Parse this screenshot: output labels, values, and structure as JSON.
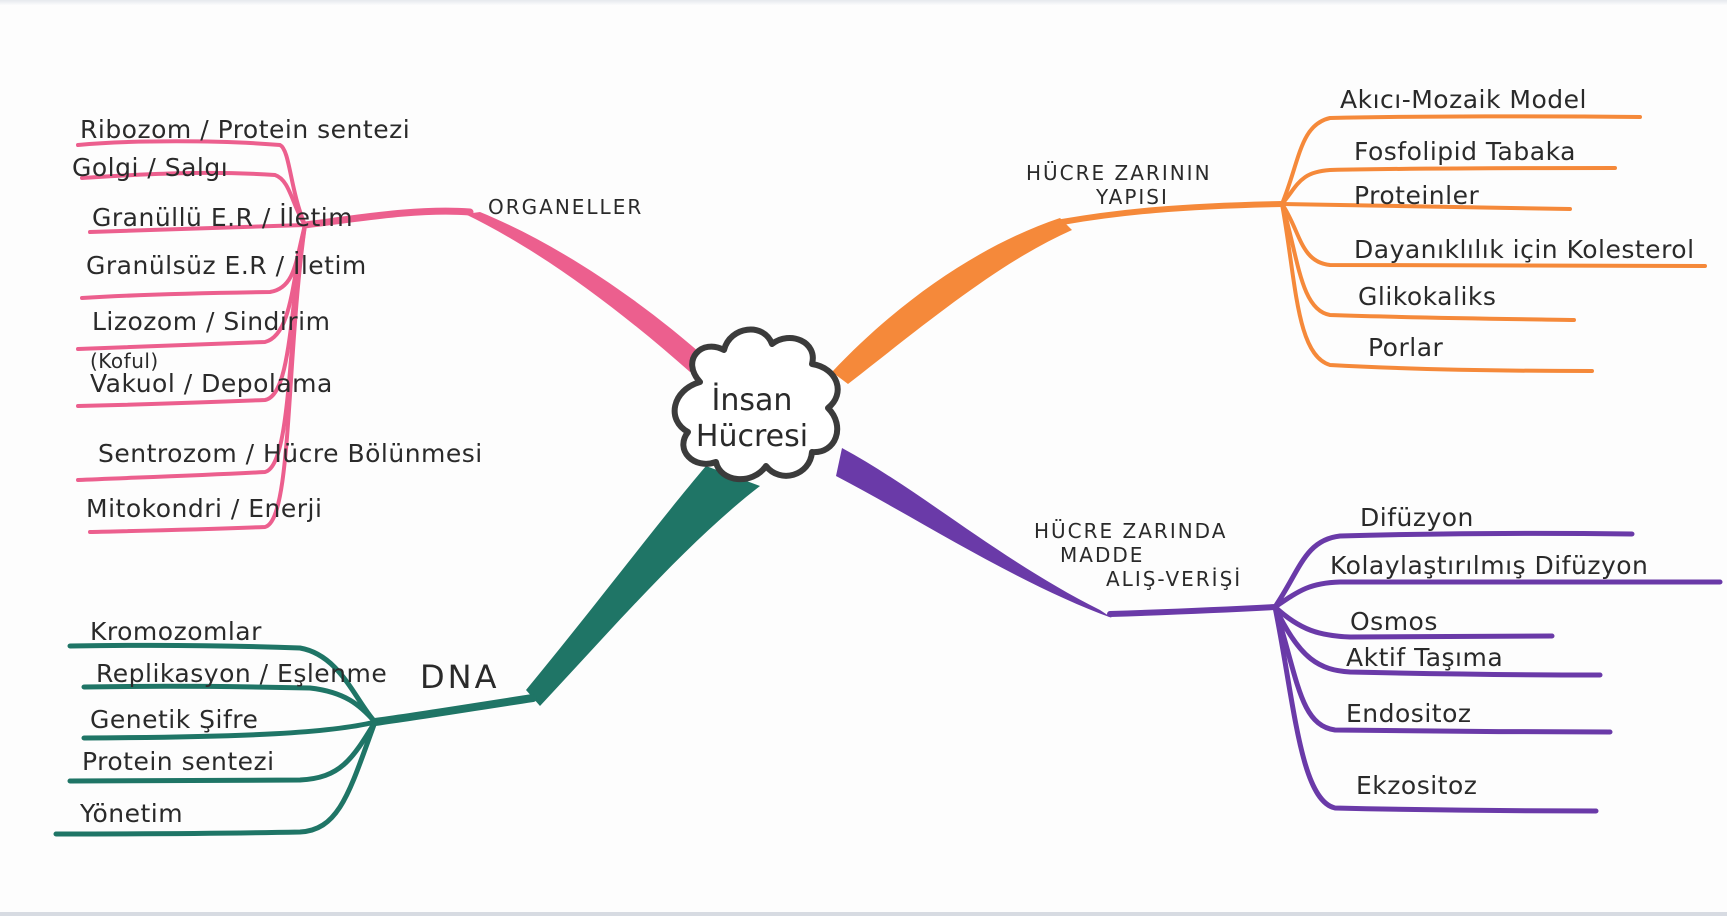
{
  "center": {
    "lines": [
      "İnsan",
      "Hücresi"
    ]
  },
  "colors": {
    "organeller": "#ec5f8e",
    "zar_yapisi": "#f5893a",
    "madde": "#6a3aa8",
    "dna": "#1f7566",
    "ink": "#2a2a2a",
    "cloud": "#3b3b3b"
  },
  "branches": {
    "organeller": {
      "label": "ORGANELLER",
      "leaves": [
        "Ribozom / Protein sentezi",
        "Golgi / Salgı",
        "Granüllü E.R / İletim",
        "Granülsüz E.R / İletim",
        "Lizozom / Sindirim",
        "Vakuol / Depolama",
        "Sentrozom / Hücre Bölünmesi",
        "Mitokondri / Enerji"
      ],
      "leaf_note": "(Koful)"
    },
    "zar_yapisi": {
      "label_lines": [
        "HÜCRE ZARININ",
        "YAPISI"
      ],
      "leaves": [
        "Akıcı-Mozaik Model",
        "Fosfolipid Tabaka",
        "Proteinler",
        "Dayanıklılık için Kolesterol",
        "Glikokaliks",
        "Porlar"
      ]
    },
    "madde": {
      "label_lines": [
        "HÜCRE ZARINDA",
        "MADDE",
        "ALIŞ-VERİŞİ"
      ],
      "leaves": [
        "Difüzyon",
        "Kolaylaştırılmış Difüzyon",
        "Osmos",
        "Aktif Taşıma",
        "Endositoz",
        "Ekzositoz"
      ]
    },
    "dna": {
      "label": "DNA",
      "leaves": [
        "Kromozomlar",
        "Replikasyon / Eşlenme",
        "Genetik Şifre",
        "Protein sentezi",
        "Yönetim"
      ]
    }
  }
}
